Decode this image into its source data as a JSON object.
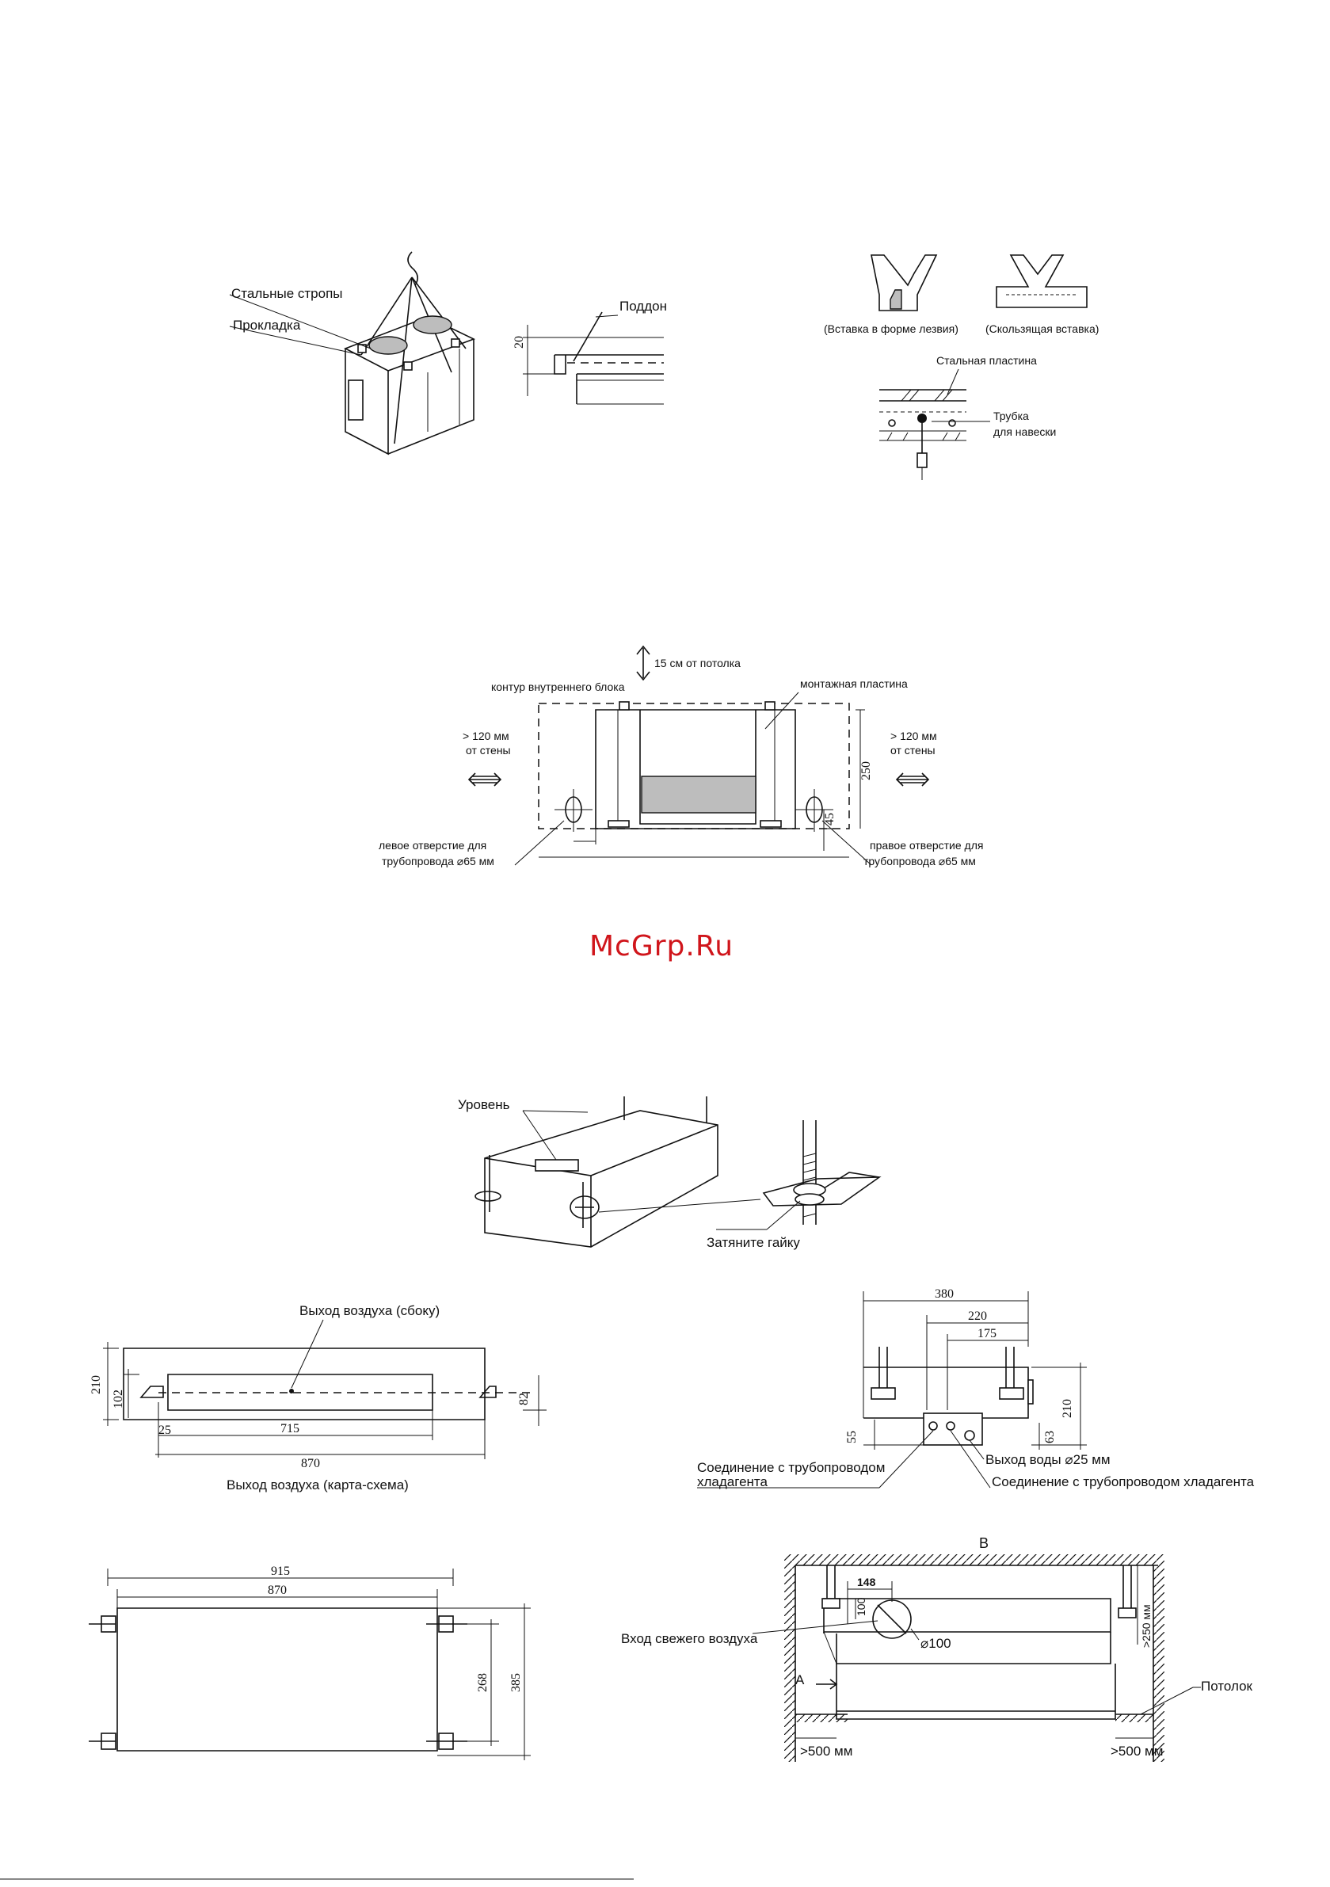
{
  "fig_lifting": {
    "slings": "Стальные стропы",
    "pad": "Прокладка",
    "pallet": "Поддон",
    "dim_20": "20"
  },
  "fig_inserts": {
    "blade": "(Вставка в форме лезвия)",
    "sliding": "(Скользящая вставка)",
    "steel_plate": "Стальная пластина",
    "pipe_1": "Трубка",
    "pipe_2": "для навески"
  },
  "fig_mounting": {
    "ceiling": "15 см от потолка",
    "outline": "контур внутреннего блока",
    "plate": "монтажная пластина",
    "left_wall_1": "> 120 мм",
    "left_wall_2": "от стены",
    "right_wall_1": "> 120 мм",
    "right_wall_2": "от стены",
    "dim_250": "250",
    "dim_45": "45",
    "left_hole_1": "левое отверстие для",
    "left_hole_2": "трубопровода ⌀65 мм",
    "right_hole_1": "правое отверстие для",
    "right_hole_2": "трубопровода ⌀65 мм"
  },
  "watermark": "McGrp.Ru",
  "fig_level": {
    "level": "Уровень",
    "tighten": "Затяните гайку"
  },
  "fig_outlet": {
    "side_outlet": "Выход воздуха (сбоку)",
    "dim_210": "210",
    "dim_102": "102",
    "dim_82": "82",
    "dim_25": "25",
    "dim_715": "715",
    "dim_870": "870",
    "caption": "Выход воздуха (карта-схема)"
  },
  "fig_connections": {
    "dim_380": "380",
    "dim_220": "220",
    "dim_175": "175",
    "dim_210": "210",
    "dim_55": "55",
    "dim_63": "63",
    "water": "Выход воды ⌀25 мм",
    "refrig_left_1": "Соединение с трубопроводом",
    "refrig_left_2": "хладагента",
    "refrig_right": "Соединение с трубопроводом хладагента"
  },
  "fig_top": {
    "dim_915": "915",
    "dim_870": "870",
    "dim_268": "268",
    "dim_385": "385"
  },
  "fig_fresh": {
    "label_b": "B",
    "label_a": "A",
    "dim_148": "148",
    "dim_100": "100",
    "dia_100": "⌀100",
    "fresh_air": "Вход свежего воздуха",
    "above_250": ">250 мм",
    "ceiling": "Потолок",
    "left_500": ">500 мм",
    "right_500": ">500 мм"
  }
}
